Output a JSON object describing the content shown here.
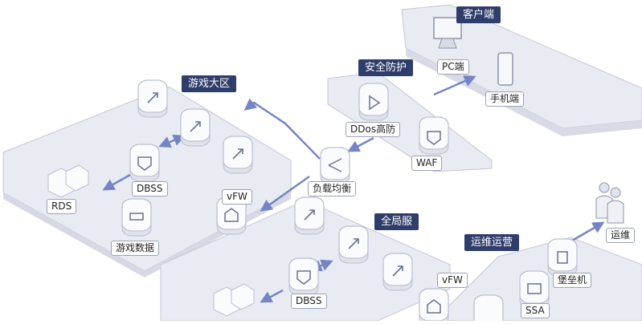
{
  "zones": {
    "client": "客户端",
    "security": "安全防护",
    "game_region": "游戏大区",
    "global": "全局服",
    "ops": "运维运营"
  },
  "nodes": {
    "pc": "PC端",
    "mobile": "手机端",
    "ddos": "DDos高防",
    "waf": "WAF",
    "lb": "负载均衡",
    "rds": "RDS",
    "dbss_a": "DBSS",
    "vfw_a": "vFW",
    "game_data": "游戏数据",
    "dbss_b": "DBSS",
    "vfw_b": "vFW",
    "bastion": "堡垒机",
    "ssa": "SSA",
    "ops_staff": "运维"
  },
  "colors": {
    "zone_fill": "#e9ebf3",
    "zone_edge": "#c3c7d4",
    "tag": "#2f3d6b",
    "arrow": "#7585c4"
  }
}
